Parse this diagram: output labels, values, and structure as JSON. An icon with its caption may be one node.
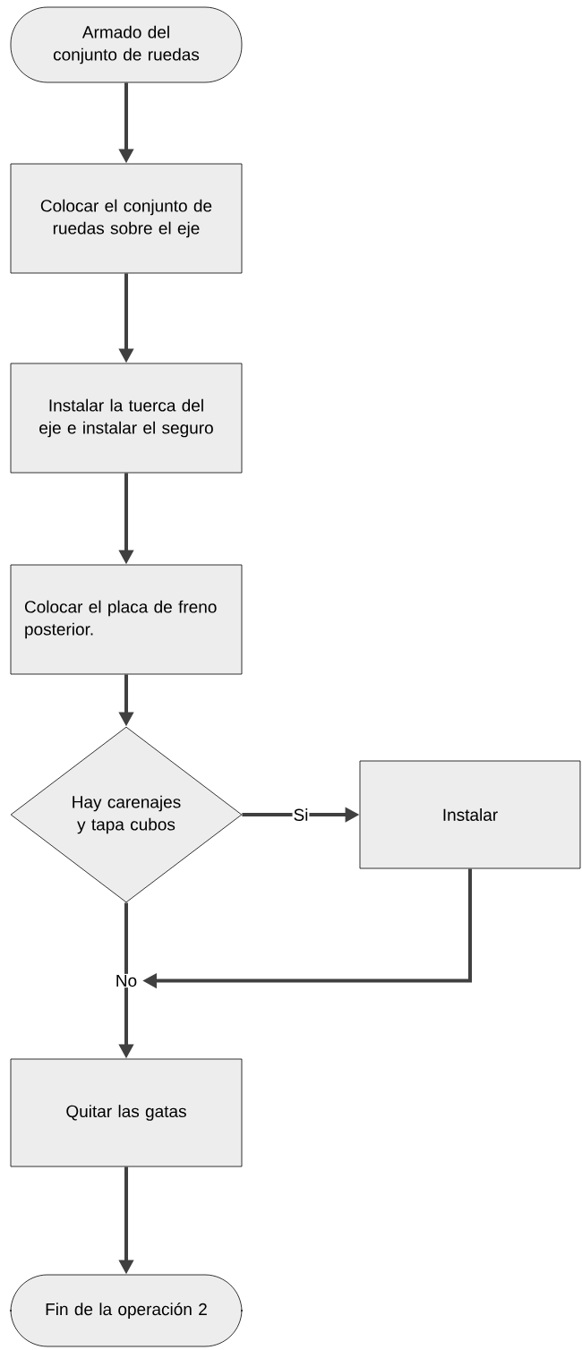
{
  "diagram": {
    "nodes": [
      {
        "text": [
          "Armado del conjunto de ruedas"
        ]
      },
      {
        "text": [
          "Colocar el conjunto de ruedas sobre el eje"
        ]
      },
      {
        "text": [
          "Instalar la tuerca del eje e instalar el seguro"
        ]
      },
      {
        "text": [
          "Colocar el placa de freno posterior."
        ]
      },
      {
        "text": [
          "Hay carenajes y tapa cubos"
        ]
      },
      {
        "text": [
          "Instalar"
        ]
      },
      {
        "text": [
          "Quitar las gatas"
        ]
      },
      {
        "text": [
          "Fin de la operación 2"
        ]
      }
    ],
    "edges": [
      {
        "from": 0,
        "to": 1,
        "arrow": "to"
      },
      {
        "from": 1,
        "to": 2,
        "arrow": "to"
      },
      {
        "from": 2,
        "to": 3,
        "arrow": "to"
      },
      {
        "from": 3,
        "to": 4,
        "arrow": "to"
      },
      {
        "from": 4,
        "to": 5,
        "arrow": "to",
        "label": "Si"
      },
      {
        "from": 4,
        "to": 6,
        "arrow": "to",
        "label": "No"
      },
      {
        "from": 5,
        "to": 6,
        "arrow": "to"
      },
      {
        "from": 6,
        "to": 7,
        "arrow": "to"
      }
    ]
  }
}
